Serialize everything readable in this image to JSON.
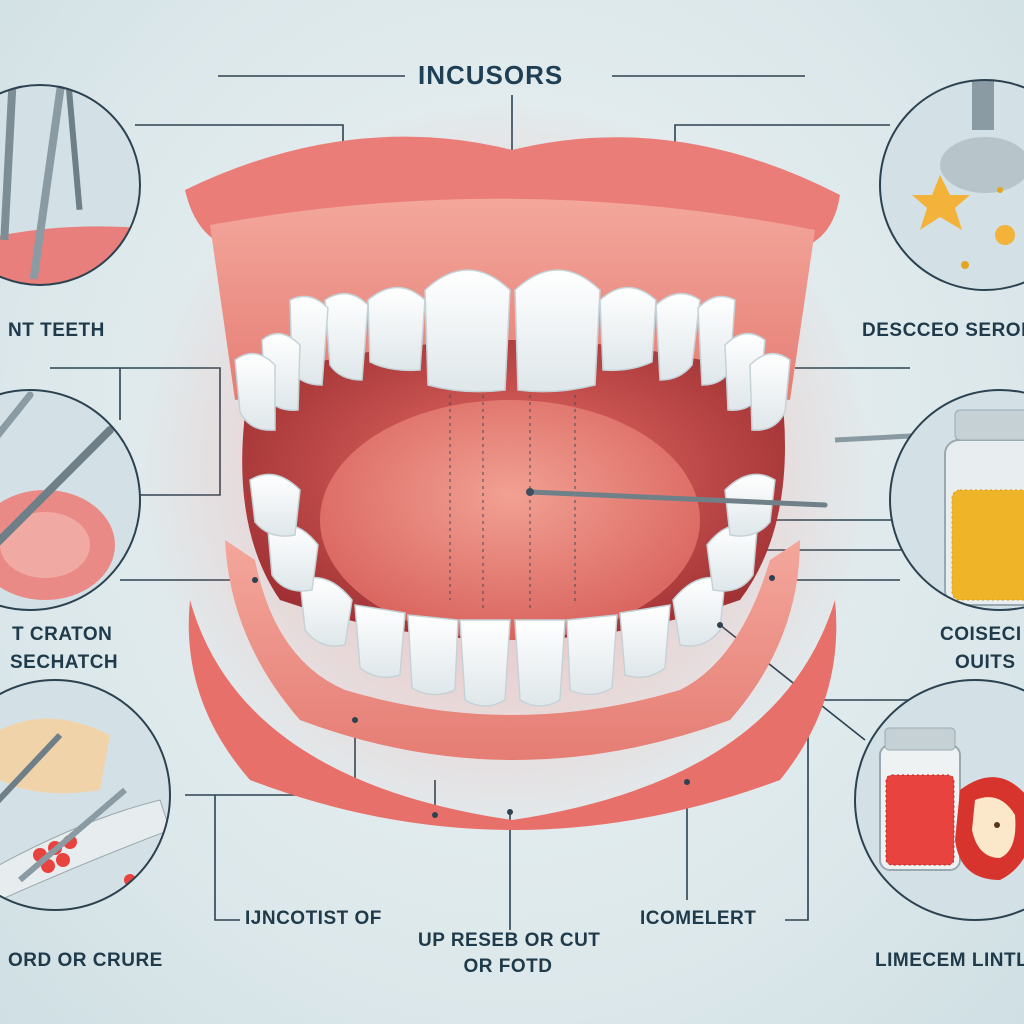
{
  "title": "INCUSORS",
  "labels": {
    "left_top": "NT TEETH",
    "left_mid_line1": "T CRATON",
    "left_mid_line2": "SECHATCH",
    "left_bottom": "ORD OR CRURE",
    "right_top": "DESCCEO SEROP",
    "right_mid_line1": "COISECI",
    "right_mid_line2": "OUITS",
    "right_bottom": "LIMECEM LINTL",
    "bottom_left": "IJNCOTIST OF",
    "bottom_center_line1": "UP RESEB OR CUT",
    "bottom_center_line2": "OR FOTD",
    "bottom_right": "ICOMELERT"
  },
  "colors": {
    "gum": "#e8877e",
    "lip": "#e46a68",
    "tooth": "#f3f6f7",
    "line": "#2c4250",
    "circle_border": "#2c4250"
  },
  "icons": {
    "left_top": "dental-tweezers-icon",
    "left_mid": "scalpel-on-tissue-icon",
    "left_bottom": "forceps-with-tissue-icon",
    "right_top": "spoon-with-crumbs-icon",
    "right_mid": "jar-of-granules-icon",
    "right_bottom": "jar-and-apple-icon"
  }
}
